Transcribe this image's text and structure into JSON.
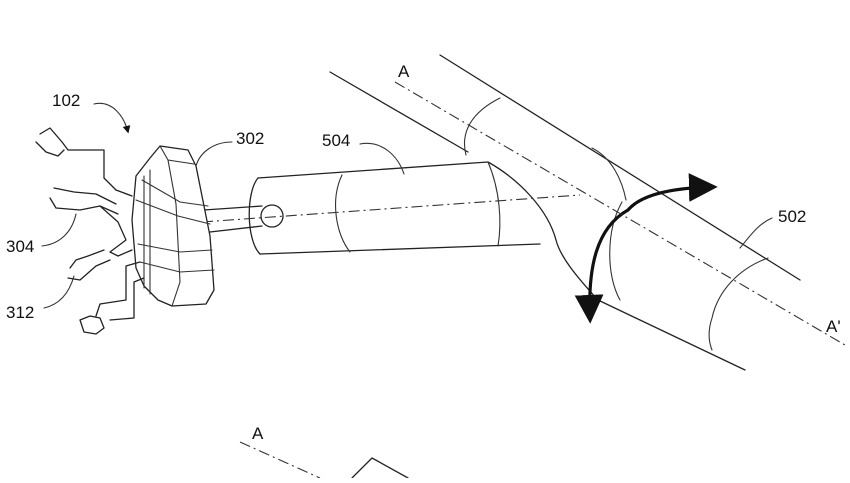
{
  "labels": {
    "assembly": "102",
    "electrode_holder": "302",
    "handle": "504",
    "shaft": "502",
    "contacts_upper": "304",
    "contacts_lower": "312",
    "axis_start": "A",
    "axis_end": "A'",
    "axis_lower": "A"
  },
  "colors": {
    "line": "#222222",
    "background": "#ffffff"
  },
  "icons": {
    "rotation": "double-headed-curved-arrow"
  }
}
